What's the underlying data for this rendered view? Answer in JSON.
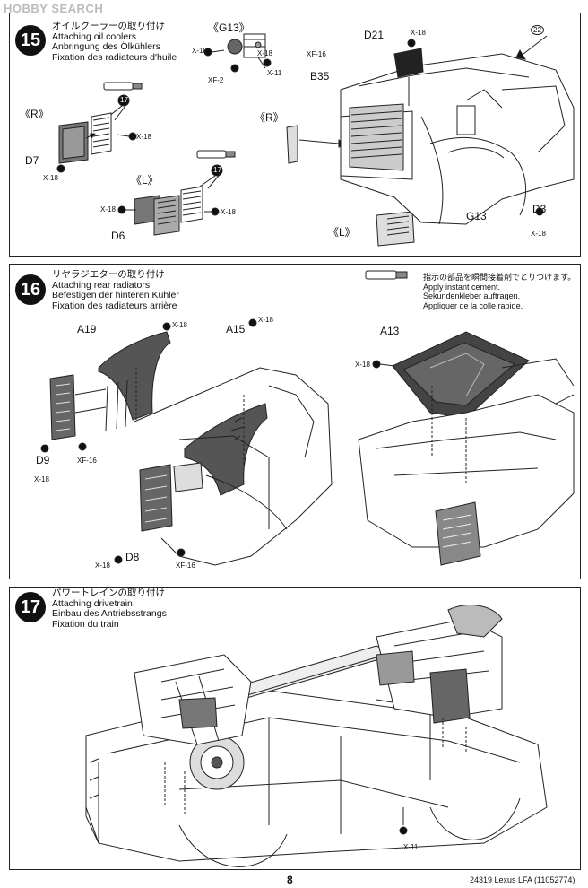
{
  "watermark": "HOBBY SEARCH",
  "steps": [
    {
      "number": "15",
      "title_jp": "オイルクーラーの取り付け",
      "title_en": "Attaching oil coolers",
      "title_de": "Anbringung des Ölkühlers",
      "title_fr": "Fixation des radiateurs d'huile",
      "labels": {
        "g13_bracket": "《G13》",
        "right1": "《R》",
        "right2": "《R》",
        "left1": "《L》",
        "left2": "《L》",
        "d7": "D7",
        "d6": "D6",
        "d21": "D21",
        "b35": "B35",
        "g13": "G13",
        "d3": "D3",
        "xf16": "XF-16",
        "xf2": "XF-2",
        "x18": "X-18",
        "x11": "X-11",
        "ref22": "22",
        "ref17": "17"
      }
    },
    {
      "number": "16",
      "title_jp": "リヤラジエターの取り付け",
      "title_en": "Attaching rear radiators",
      "title_de": "Befestigen der hinteren Kühler",
      "title_fr": "Fixation des radiateurs arrière",
      "labels": {
        "a19": "A19",
        "a15": "A15",
        "a13": "A13",
        "d9": "D9",
        "d8": "D8",
        "x18": "X-18",
        "xf16": "XF-16"
      },
      "note": {
        "jp": "指示の部品を瞬間接着剤でとりつけます。",
        "en": "Apply instant cement.",
        "de": "Sekundenkleber auftragen.",
        "fr": "Appliquer de la colle rapide."
      }
    },
    {
      "number": "17",
      "title_jp": "パワートレインの取り付け",
      "title_en": "Attaching drivetrain",
      "title_de": "Einbau des Antriebsstrangs",
      "title_fr": "Fixation du train",
      "labels": {
        "x11": "X-11"
      }
    }
  ],
  "footer": {
    "page_number": "8",
    "product": "24319  Lexus LFA (11052774)"
  }
}
